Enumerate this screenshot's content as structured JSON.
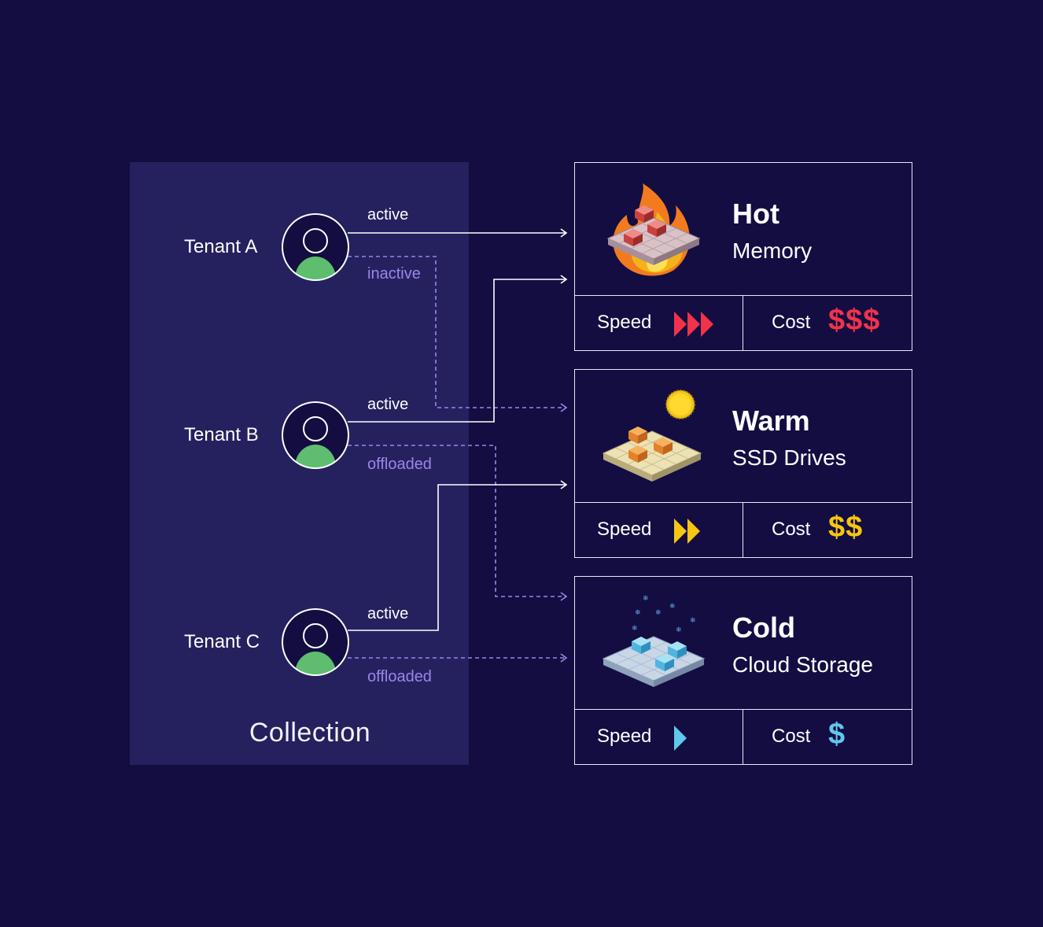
{
  "collection": {
    "label": "Collection"
  },
  "tenants": [
    {
      "name": "Tenant A",
      "primary": "active",
      "secondary": "inactive"
    },
    {
      "name": "Tenant B",
      "primary": "active",
      "secondary": "offloaded"
    },
    {
      "name": "Tenant C",
      "primary": "active",
      "secondary": "offloaded"
    }
  ],
  "tiers": [
    {
      "name": "Hot",
      "media": "Memory",
      "speed_label": "Speed",
      "speed_level": 3,
      "cost_label": "Cost",
      "cost_value": "$$$",
      "accent": "#f0334a",
      "icon": "flame-blocks-icon"
    },
    {
      "name": "Warm",
      "media": "SSD Drives",
      "speed_label": "Speed",
      "speed_level": 2,
      "cost_label": "Cost",
      "cost_value": "$$",
      "accent": "#f7c612",
      "icon": "sun-blocks-icon"
    },
    {
      "name": "Cold",
      "media": "Cloud Storage",
      "speed_label": "Speed",
      "speed_level": 1,
      "cost_label": "Cost",
      "cost_value": "$",
      "accent": "#5fc8ec",
      "icon": "snow-blocks-icon"
    }
  ],
  "colors": {
    "background": "#130d42",
    "panel": "#25215f",
    "active_line": "#ffffff",
    "inactive_line": "#9a86e8",
    "avatar_body": "#5ebd6e"
  }
}
